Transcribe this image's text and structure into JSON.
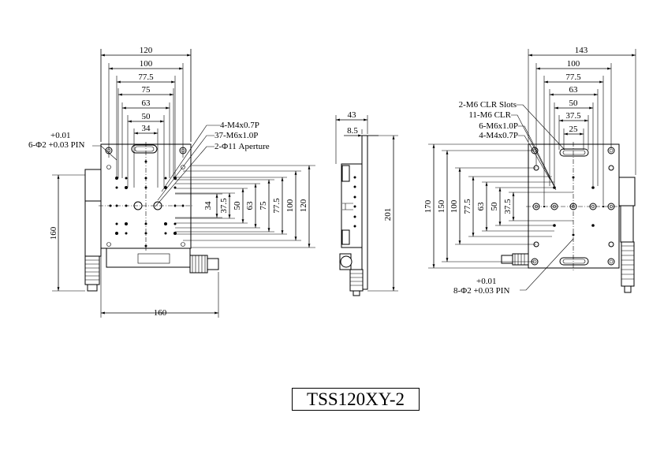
{
  "title": "TSS120XY-2",
  "left_view": {
    "width_dims": [
      "120",
      "100",
      "77.5",
      "75",
      "63",
      "50",
      "34"
    ],
    "height_dims": [
      "34",
      "37.5",
      "50",
      "63",
      "75",
      "77.5",
      "100",
      "120"
    ],
    "bottom_dim": "160",
    "side_dim": "160",
    "notes": [
      "4-M4x0.7P",
      "37-M6x1.0P",
      "2-Φ11 Aperture"
    ],
    "pin_tol": "+0.01",
    "pin_note": "6-Φ2 +0.03 PIN"
  },
  "side_view": {
    "top_dims": [
      "43",
      "8.5"
    ],
    "height_dim": "201"
  },
  "right_view": {
    "width_dims": [
      "143",
      "100",
      "77.5",
      "63",
      "50",
      "37.5",
      "25"
    ],
    "height_dims": [
      "170",
      "150",
      "100",
      "77.5",
      "63",
      "50",
      "37.5"
    ],
    "notes": [
      "2-M6 CLR Slots",
      "11-M6 CLR",
      "6-M6x1.0P",
      "4-M4x0.7P"
    ],
    "pin_tol": "+0.01",
    "pin_note": "8-Φ2 +0.03 PIN"
  }
}
